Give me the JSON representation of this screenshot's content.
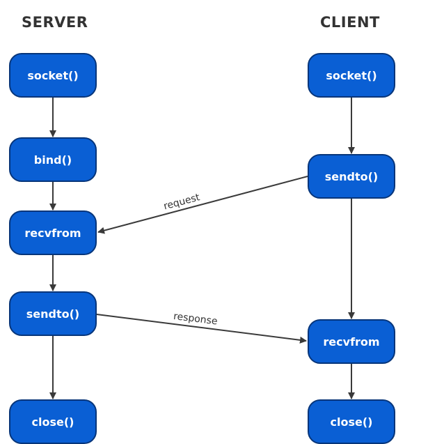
{
  "server": {
    "title": "SERVER",
    "nodes": [
      "socket()",
      "bind()",
      "recvfrom",
      "sendto()",
      "close()"
    ]
  },
  "client": {
    "title": "CLIENT",
    "nodes": [
      "socket()",
      "sendto()",
      "recvfrom",
      "close()"
    ]
  },
  "messages": {
    "request": "request",
    "response": "response"
  },
  "colors": {
    "node_fill": "#0a5fd4",
    "node_border": "#06357a",
    "arrow": "#3a3a3a"
  }
}
